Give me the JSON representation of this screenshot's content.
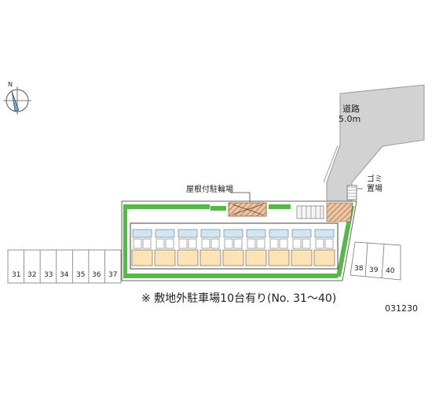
{
  "road": {
    "name": "道路",
    "width": "5.0m"
  },
  "garbage": {
    "line1": "ゴミ",
    "line2": "置場"
  },
  "bike_parking": "屋根付駐輪場",
  "parking_left": [
    "31",
    "32",
    "33",
    "34",
    "35",
    "36",
    "37"
  ],
  "parking_right": [
    "38",
    "39",
    "40"
  ],
  "note": "※ 敷地外駐車場10台有り(No. 31～40)",
  "code": "031230",
  "compass": {
    "north": "N"
  },
  "colors": {
    "green_belt": "#55b848",
    "building": "#fbe3b4",
    "road": "#d2d2d2",
    "hatch": "#c08a60"
  }
}
